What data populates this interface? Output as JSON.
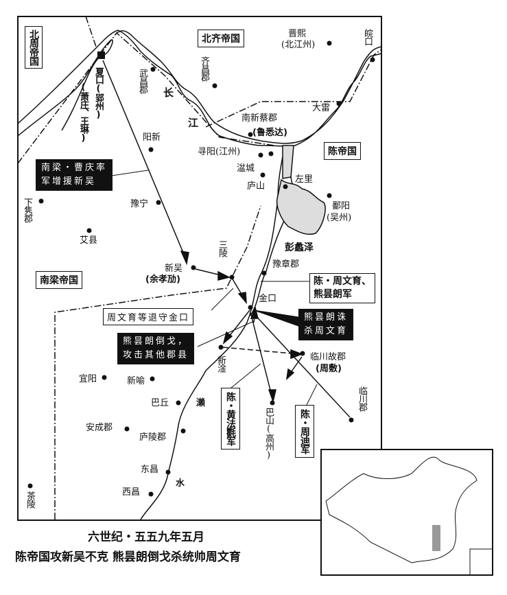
{
  "regions": {
    "north_zhou": "北周帝国",
    "north_qi": "北齐帝国",
    "chen": "陈帝国",
    "south_liang": "南梁帝国"
  },
  "places": {
    "jinxi": "晋熙",
    "jinxi_alt": "(北江州)",
    "wankou": "皖口",
    "qichang": "齐昌郡",
    "xiakou": "夏口(郢州)",
    "xiakou_commander": "(萧庄、王琳)",
    "wuchang": "武昌郡",
    "river_chang": "长",
    "river_jiang": "江",
    "yangxin": "阳新",
    "nanxincai": "南新蔡郡",
    "nanxincai_commander": "(鲁悉达)",
    "dalei": "大雷",
    "xunyang": "寻阳(江州)",
    "pencheng": "湓城",
    "lushan": "庐山",
    "zuoli": "左里",
    "xiajun": "下隽郡",
    "yuning": "豫宁",
    "aixian": "艾县",
    "poyang": "鄱阳",
    "poyang_alt": "(吴州)",
    "pengli": "彭蠡泽",
    "sanling": "三陵",
    "xinwu": "新吴",
    "xinwu_commander": "(余孝劢)",
    "yuzhang": "豫章郡",
    "jinkou": "金口",
    "xingan": "新淦",
    "linchuan_old": "临川故郡",
    "linchuan_old_commander": "(周敷)",
    "yiyang": "宜阳",
    "xinyu": "新喻",
    "baqiu": "巴丘",
    "river_lai": "瀨",
    "bashan": "巴山(高州)",
    "linchuan": "临川郡",
    "ancheng": "安成郡",
    "luling": "庐陵郡",
    "dongchang": "东昌",
    "river_shui": "水",
    "xichang": "西昌",
    "chaling": "茶陵"
  },
  "armies": {
    "chen_main": [
      "陈・周文育、",
      "熊昙朗军"
    ],
    "chen_huang": "陈・黄法氍军",
    "chen_zhou": "陈・周迪军"
  },
  "notes": {
    "liang_reinforce": [
      "南梁・曹庆率",
      "军增援新吴"
    ],
    "retreat": "周文育等退守金口",
    "kill": [
      "熊昙朗诛",
      "杀周文育"
    ],
    "betray": [
      "熊昙朗倒戈，",
      "攻击其他郡县"
    ]
  },
  "caption": {
    "line1": "六世纪・五五九年五月",
    "line2": "陈帝国攻新吴不克  熊昙朗倒戈杀统帅周文育"
  }
}
